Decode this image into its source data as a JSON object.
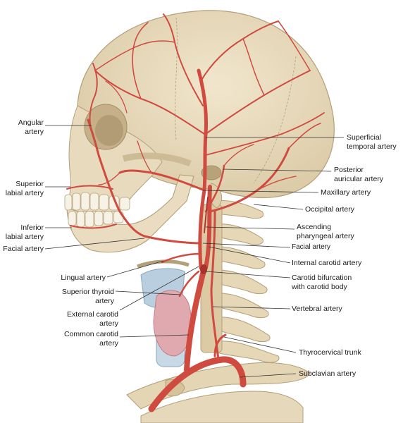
{
  "colors": {
    "bone": "#e9dcc0",
    "bone_shadow": "#cdbb96",
    "bone_outline": "#b39f78",
    "artery": "#cf4a3f",
    "artery_dark": "#a8322b",
    "cartilage": "#b9cfe0",
    "thyroid": "#e0a9b0",
    "leader": "#333333"
  },
  "labels": {
    "angular": "Angular\nartery",
    "superior_labial": "Superior\nlabial artery",
    "inferior_labial": "Inferior\nlabial artery",
    "facial_left": "Facial artery",
    "lingual": "Lingual artery",
    "superior_thyroid": "Superior thyroid\nartery",
    "external_carotid": "External carotid\nartery",
    "common_carotid": "Common carotid\nartery",
    "superficial_temporal": "Superficial\ntemporal artery",
    "posterior_auricular": "Posterior\nauricular artery",
    "maxillary": "Maxillary artery",
    "occipital": "Occipital artery",
    "ascending_pharyngeal": "Ascending\npharyngeal artery",
    "facial_right": "Facial artery",
    "internal_carotid": "Internal carotid artery",
    "carotid_bifurcation": "Carotid bifurcation\nwith carotid body",
    "vertebral": "Vertebral artery",
    "thyrocervical": "Thyrocervical trunk",
    "subclavian": "Subclavian artery"
  }
}
